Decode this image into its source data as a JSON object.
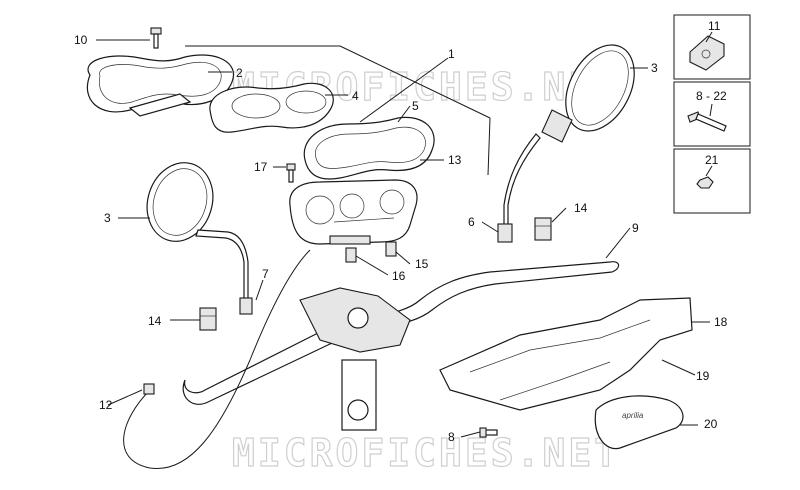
{
  "watermark": "MICROFICHES.NET",
  "callouts": {
    "c1": "1",
    "c2": "2",
    "c3a": "3",
    "c3b": "3",
    "c4": "4",
    "c5": "5",
    "c6": "6",
    "c7": "7",
    "c8a": "8",
    "c9": "9",
    "c10": "10",
    "c11": "11",
    "c822": "8 - 22",
    "c12": "12",
    "c13": "13",
    "c14a": "14",
    "c14b": "14",
    "c15": "15",
    "c16": "16",
    "c17": "17",
    "c18": "18",
    "c19": "19",
    "c20": "20",
    "c21": "21"
  }
}
